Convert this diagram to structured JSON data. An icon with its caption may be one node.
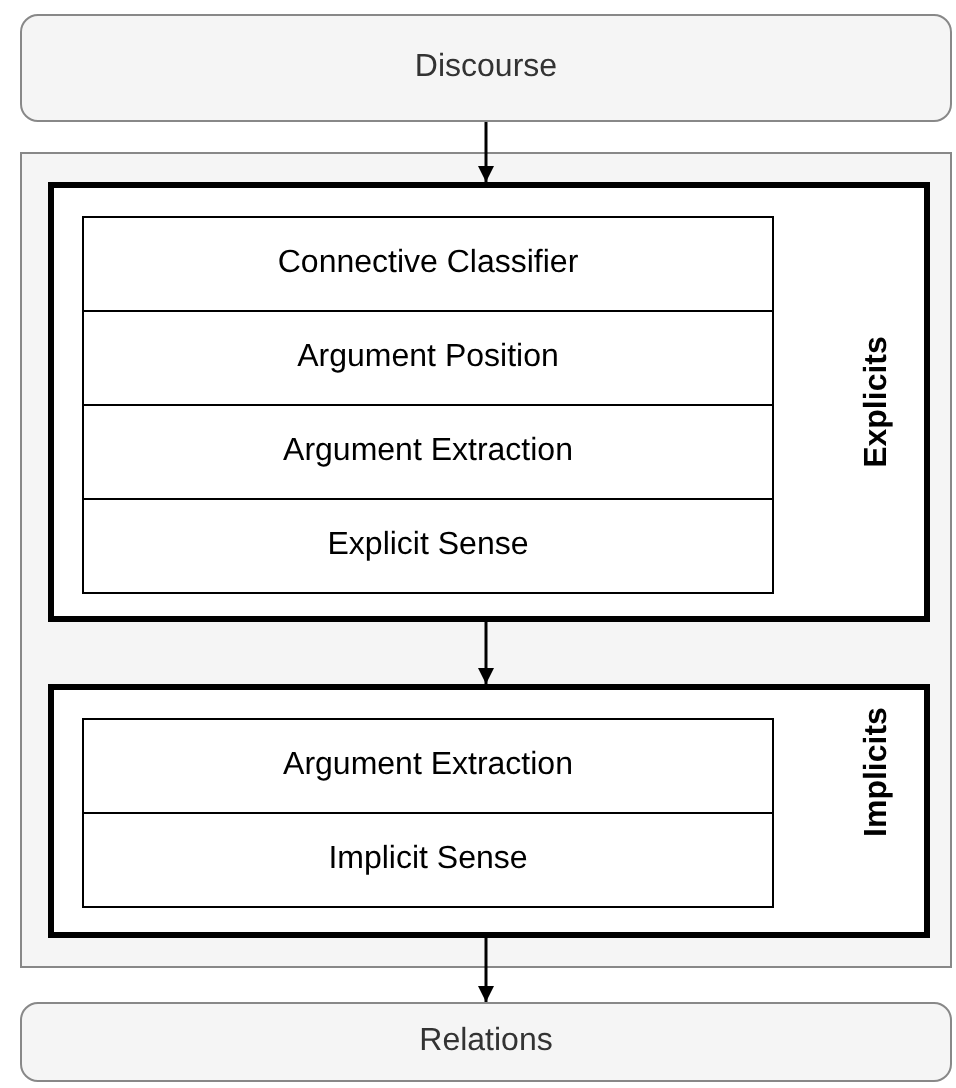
{
  "diagram": {
    "nodes": [
      {
        "text": [
          "Discourse"
        ]
      },
      {
        "text": [],
        "shape": "box"
      },
      {
        "text": [
          "Explicits"
        ],
        "in": 1
      },
      {
        "text": [
          "Connective Classifier"
        ],
        "in": 2
      },
      {
        "text": [
          "Argument Position"
        ],
        "in": 2
      },
      {
        "text": [
          "Argument Extraction"
        ],
        "in": 2
      },
      {
        "text": [
          "Explicit Sense"
        ],
        "in": 2
      },
      {
        "text": [
          "Implicits"
        ],
        "in": 1
      },
      {
        "text": [
          "Argument Extraction"
        ],
        "in": 7
      },
      {
        "text": [
          "Implicit Sense"
        ],
        "in": 7
      },
      {
        "text": [
          "Relations"
        ]
      }
    ],
    "edges": [
      {
        "from": 0,
        "to": 2,
        "arrow": "to"
      },
      {
        "from": 2,
        "to": 7,
        "arrow": "to"
      },
      {
        "from": 7,
        "to": 10,
        "arrow": "to"
      }
    ]
  }
}
